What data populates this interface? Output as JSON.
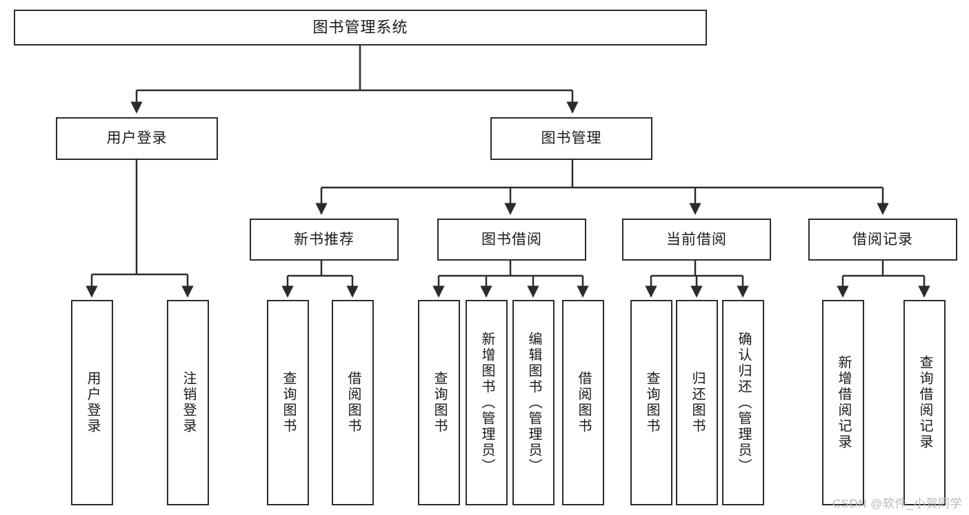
{
  "diagram": {
    "type": "tree-hierarchy",
    "title": "图书管理系统",
    "watermark": "CSDN @软件_小贺同学",
    "colors": {
      "box_border": "#2b2b2b",
      "box_fill": "#ffffff",
      "connector": "#2b2b2b",
      "text": "#1a1a1a",
      "watermark": "#b8b8b8"
    },
    "nodes": {
      "root": {
        "label": "图书管理系统",
        "level": 0
      },
      "l1": [
        {
          "label": "用户登录",
          "level": 1
        },
        {
          "label": "图书管理",
          "level": 1
        }
      ],
      "l2": [
        {
          "label": "新书推荐",
          "level": 2
        },
        {
          "label": "图书借阅",
          "level": 2
        },
        {
          "label": "当前借阅",
          "level": 2
        },
        {
          "label": "借阅记录",
          "level": 2
        }
      ],
      "leaves": [
        {
          "label": "用户登录",
          "parent": "用户登录"
        },
        {
          "label": "注销登录",
          "parent": "用户登录"
        },
        {
          "label": "查询图书",
          "parent": "新书推荐"
        },
        {
          "label": "借阅图书",
          "parent": "新书推荐"
        },
        {
          "label": "查询图书",
          "parent": "图书借阅"
        },
        {
          "label": "新增图书（管理员）",
          "parent": "图书借阅"
        },
        {
          "label": "编辑图书（管理员）",
          "parent": "图书借阅"
        },
        {
          "label": "借阅图书",
          "parent": "图书借阅"
        },
        {
          "label": "查询图书",
          "parent": "当前借阅"
        },
        {
          "label": "归还图书",
          "parent": "当前借阅"
        },
        {
          "label": "确认归还（管理员）",
          "parent": "当前借阅"
        },
        {
          "label": "新增借阅记录",
          "parent": "借阅记录"
        },
        {
          "label": "查询借阅记录",
          "parent": "借阅记录"
        }
      ]
    }
  }
}
